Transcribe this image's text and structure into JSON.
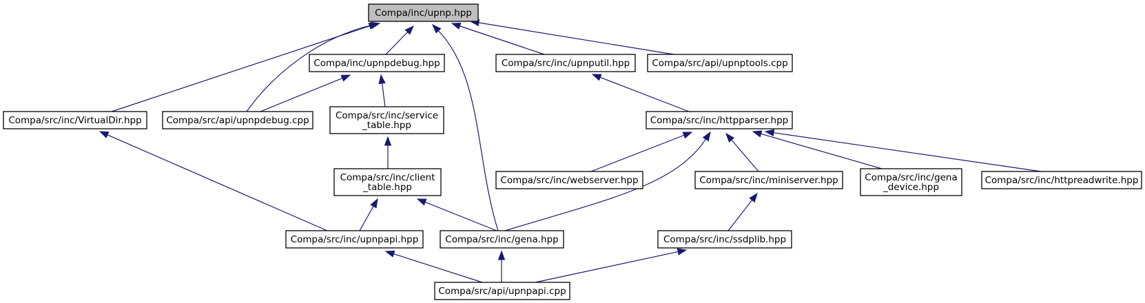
{
  "diagram": {
    "nodes": [
      {
        "id": "upnp_hpp",
        "lines": [
          "Compa/inc/upnp.hpp"
        ],
        "root": true
      },
      {
        "id": "virtualdir",
        "lines": [
          "Compa/src/inc/VirtualDir.hpp"
        ]
      },
      {
        "id": "upnpdebug_cpp",
        "lines": [
          "Compa/src/api/upnpdebug.cpp"
        ]
      },
      {
        "id": "upnpdebug_hpp",
        "lines": [
          "Compa/inc/upnpdebug.hpp"
        ]
      },
      {
        "id": "service_table",
        "lines": [
          "Compa/src/inc/service",
          "_table.hpp"
        ]
      },
      {
        "id": "client_table",
        "lines": [
          "Compa/src/inc/client",
          "_table.hpp"
        ]
      },
      {
        "id": "upnpapi_hpp",
        "lines": [
          "Compa/src/inc/upnpapi.hpp"
        ]
      },
      {
        "id": "gena_hpp",
        "lines": [
          "Compa/src/inc/gena.hpp"
        ]
      },
      {
        "id": "upnpapi_cpp",
        "lines": [
          "Compa/src/api/upnpapi.cpp"
        ]
      },
      {
        "id": "upnputil",
        "lines": [
          "Compa/src/inc/upnputil.hpp"
        ]
      },
      {
        "id": "upnptools",
        "lines": [
          "Compa/src/api/upnptools.cpp"
        ]
      },
      {
        "id": "httpparser",
        "lines": [
          "Compa/src/inc/httpparser.hpp"
        ]
      },
      {
        "id": "webserver",
        "lines": [
          "Compa/src/inc/webserver.hpp"
        ]
      },
      {
        "id": "miniserver",
        "lines": [
          "Compa/src/inc/miniserver.hpp"
        ]
      },
      {
        "id": "gena_device",
        "lines": [
          "Compa/src/inc/gena",
          "_device.hpp"
        ]
      },
      {
        "id": "httpreadwrite",
        "lines": [
          "Compa/src/inc/httpreadwrite.hpp"
        ]
      },
      {
        "id": "ssdplib",
        "lines": [
          "Compa/src/inc/ssdplib.hpp"
        ]
      }
    ],
    "edges": [
      {
        "from": "virtualdir",
        "to": "upnp_hpp"
      },
      {
        "from": "upnpdebug_cpp",
        "to": "upnp_hpp"
      },
      {
        "from": "upnpdebug_hpp",
        "to": "upnp_hpp"
      },
      {
        "from": "gena_hpp",
        "to": "upnp_hpp"
      },
      {
        "from": "upnputil",
        "to": "upnp_hpp"
      },
      {
        "from": "upnptools",
        "to": "upnp_hpp"
      },
      {
        "from": "upnpdebug_cpp",
        "to": "upnpdebug_hpp"
      },
      {
        "from": "service_table",
        "to": "upnpdebug_hpp"
      },
      {
        "from": "client_table",
        "to": "service_table"
      },
      {
        "from": "upnpapi_hpp",
        "to": "client_table"
      },
      {
        "from": "gena_hpp",
        "to": "client_table"
      },
      {
        "from": "upnpapi_hpp",
        "to": "virtualdir"
      },
      {
        "from": "upnpapi_cpp",
        "to": "upnpapi_hpp"
      },
      {
        "from": "upnpapi_cpp",
        "to": "gena_hpp"
      },
      {
        "from": "httpparser",
        "to": "upnputil"
      },
      {
        "from": "webserver",
        "to": "httpparser"
      },
      {
        "from": "gena_hpp",
        "to": "httpparser"
      },
      {
        "from": "miniserver",
        "to": "httpparser"
      },
      {
        "from": "gena_device",
        "to": "httpparser"
      },
      {
        "from": "httpreadwrite",
        "to": "httpparser"
      },
      {
        "from": "ssdplib",
        "to": "miniserver"
      },
      {
        "from": "upnpapi_cpp",
        "to": "ssdplib"
      }
    ]
  }
}
